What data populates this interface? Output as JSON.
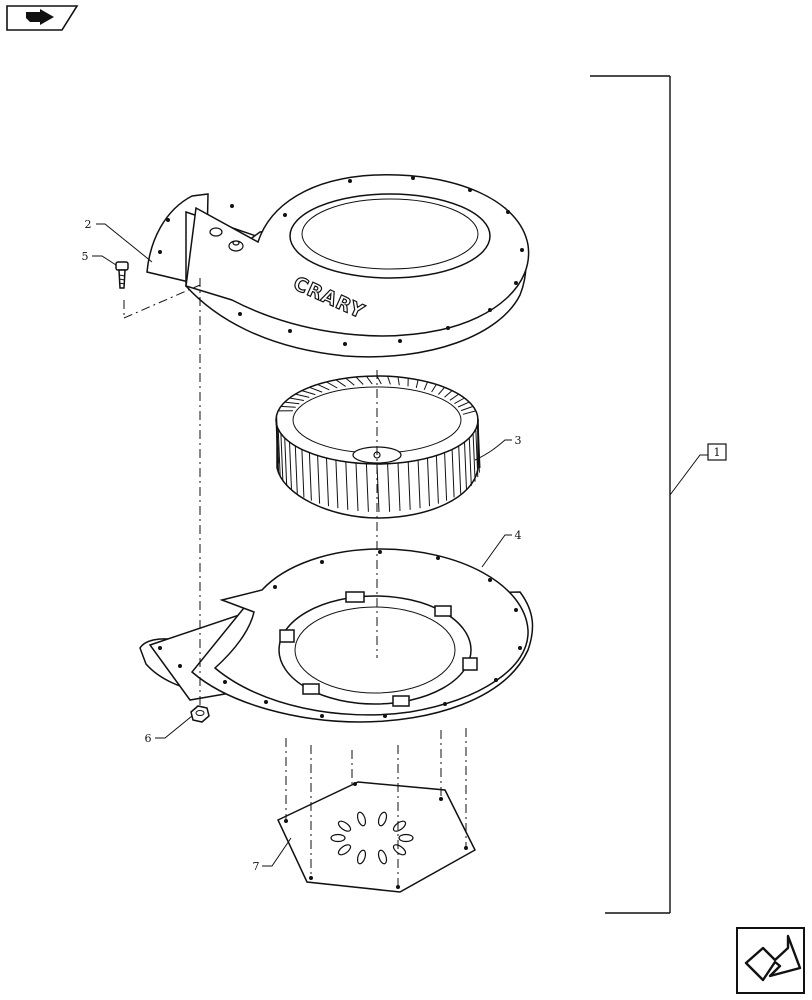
{
  "brand_text": "CRARY",
  "assembly_label": "1",
  "callouts": {
    "c2": "2",
    "c3": "3",
    "c4": "4",
    "c5": "5",
    "c6": "6",
    "c7": "7"
  },
  "icons": {
    "top_nav": "previous-page-arrow-icon",
    "bottom_nav": "next-page-arrow-icon"
  }
}
